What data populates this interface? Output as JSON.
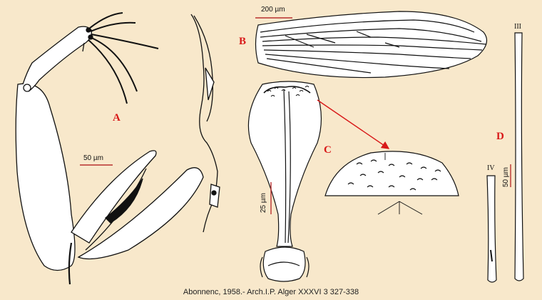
{
  "panels": {
    "a": "A",
    "b": "B",
    "c": "C",
    "d": "D"
  },
  "scales": {
    "a": "50 µm",
    "b": "200 µm",
    "c": "25 µm",
    "d": "50 µm"
  },
  "segments": {
    "iii": "III",
    "iv": "IV"
  },
  "caption": "Abonnenc, 1958.- Arch.I.P. Alger XXXVI 3 327-338",
  "colors": {
    "background": "#f8e8cb",
    "label": "#d81818",
    "arrow": "#d81818",
    "ink": "#111111"
  }
}
